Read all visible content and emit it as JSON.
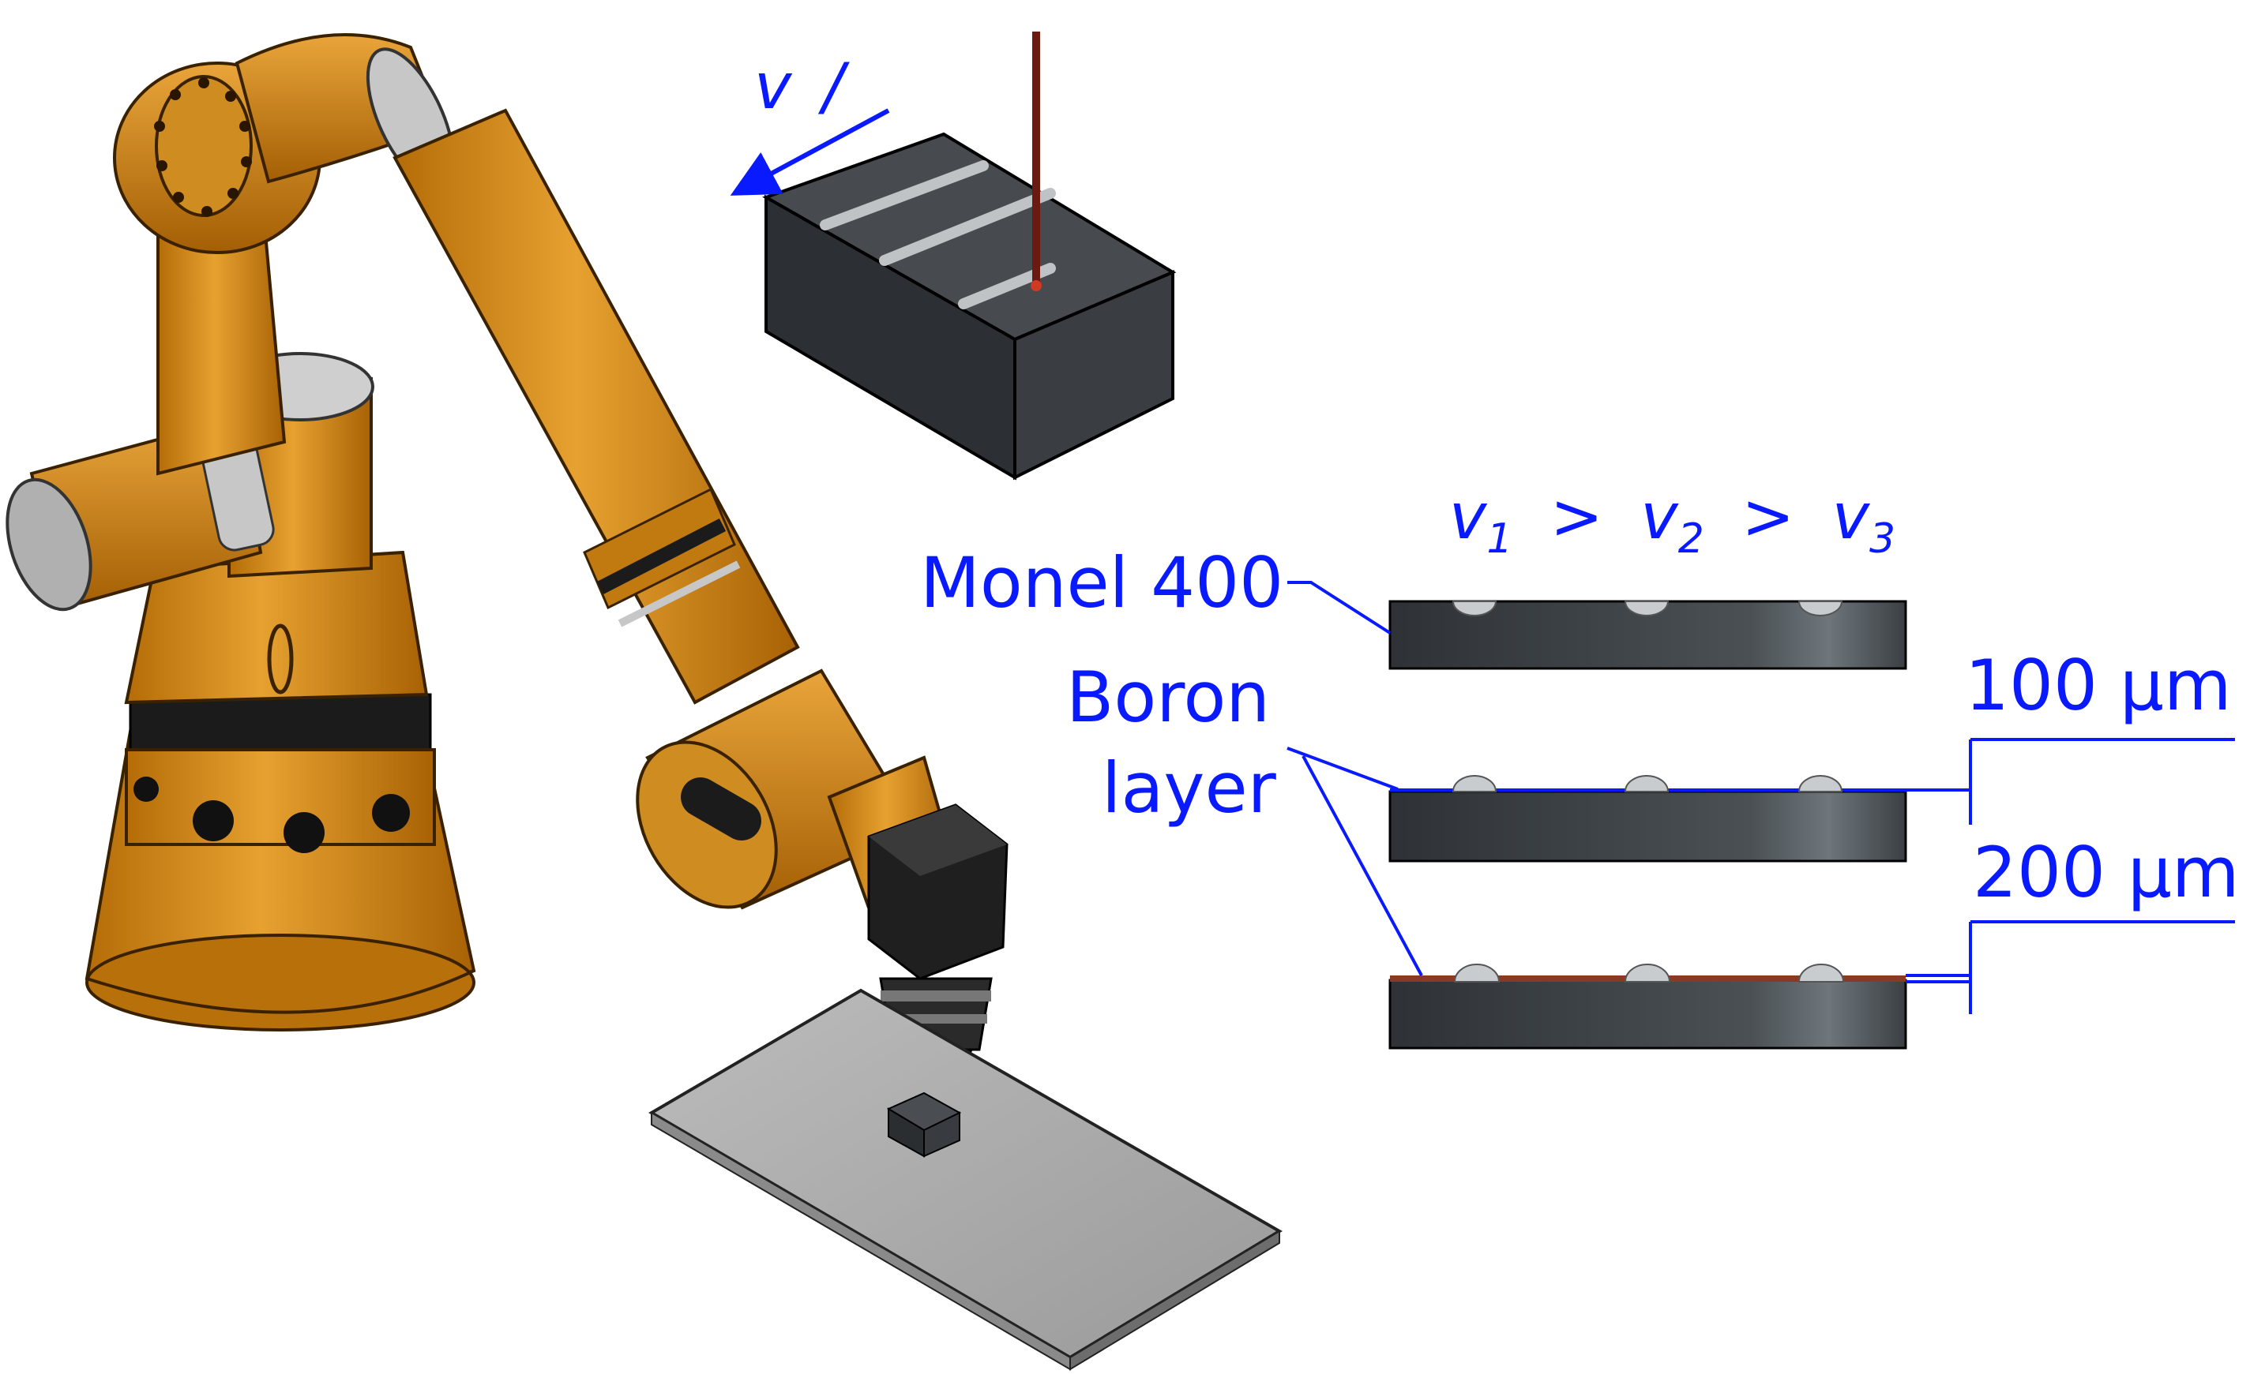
{
  "speed_label": {
    "v": "v",
    "sep": "/"
  },
  "speed_relation": {
    "v1": "v",
    "s1": "1",
    "gt1": ">",
    "v2": "v",
    "s2": "2",
    "gt2": ">",
    "v3": "v",
    "s3": "3"
  },
  "labels": {
    "monel": "Monel 400",
    "boron_line1": "Boron",
    "boron_line2": "layer",
    "dim_100": "100 µm",
    "dim_200": "200 µm"
  },
  "colors": {
    "robot": "#d4870f",
    "robot_dark": "#7a4a05",
    "annotation": "#0a1aff",
    "block": "#3b3f43",
    "plate": "#a9a9a9"
  }
}
